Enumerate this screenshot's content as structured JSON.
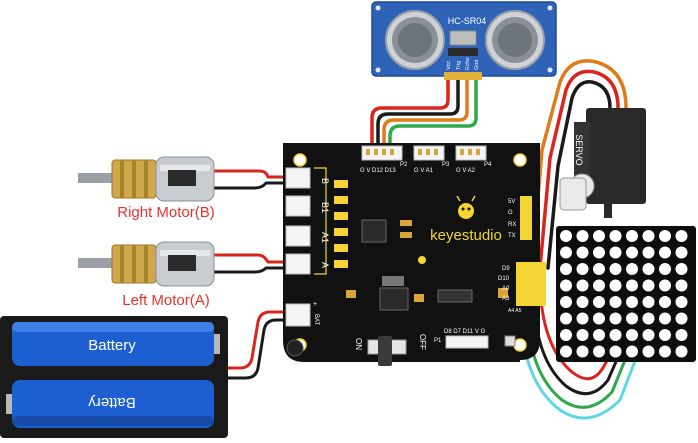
{
  "colors": {
    "board": "#111111",
    "silk": "#f3d533",
    "wire_red": "#d9251d",
    "wire_black": "#1a1a1a",
    "wire_orange": "#e07b1a",
    "wire_green": "#2fa84a",
    "wire_cyan": "#5fd6e8",
    "sensor_pcb": "#2e63b8",
    "battery_blue": "#1d5fd0",
    "motor_gold": "#cfa84a",
    "label_red": "#e8312f"
  },
  "labels": {
    "right_motor": "Right Motor(B)",
    "left_motor": "Left Motor(A)",
    "battery_top": "Battery",
    "battery_bottom": "Battery",
    "sensor_model": "HC-SR04",
    "servo": "SERVO",
    "brand": "keyestudio"
  },
  "sensor_pins": [
    "Vcc",
    "Trig",
    "Echo",
    "Gnd"
  ],
  "board": {
    "header_p2": "G V D12 D13",
    "header_p2_tag": "P2",
    "header_p3": "G V A1",
    "header_p3_tag": "P3",
    "header_p4": "G V A2",
    "header_p4_tag": "P4",
    "motor_b": "B",
    "motor_b1": "B1",
    "motor_a1": "A1",
    "motor_a": "A",
    "bat_plus": "+",
    "bat": "BAT",
    "right_col": [
      "5V",
      "G",
      "RX",
      "TX"
    ],
    "pins_right": [
      "D9",
      "D10",
      "A0",
      "A3"
    ],
    "pins_right_bottom": "A4 A5",
    "bottom_header": "D8 D7 D11 V G",
    "bottom_header_tag": "P1",
    "switch_on": "ON",
    "switch_off": "OFF"
  }
}
